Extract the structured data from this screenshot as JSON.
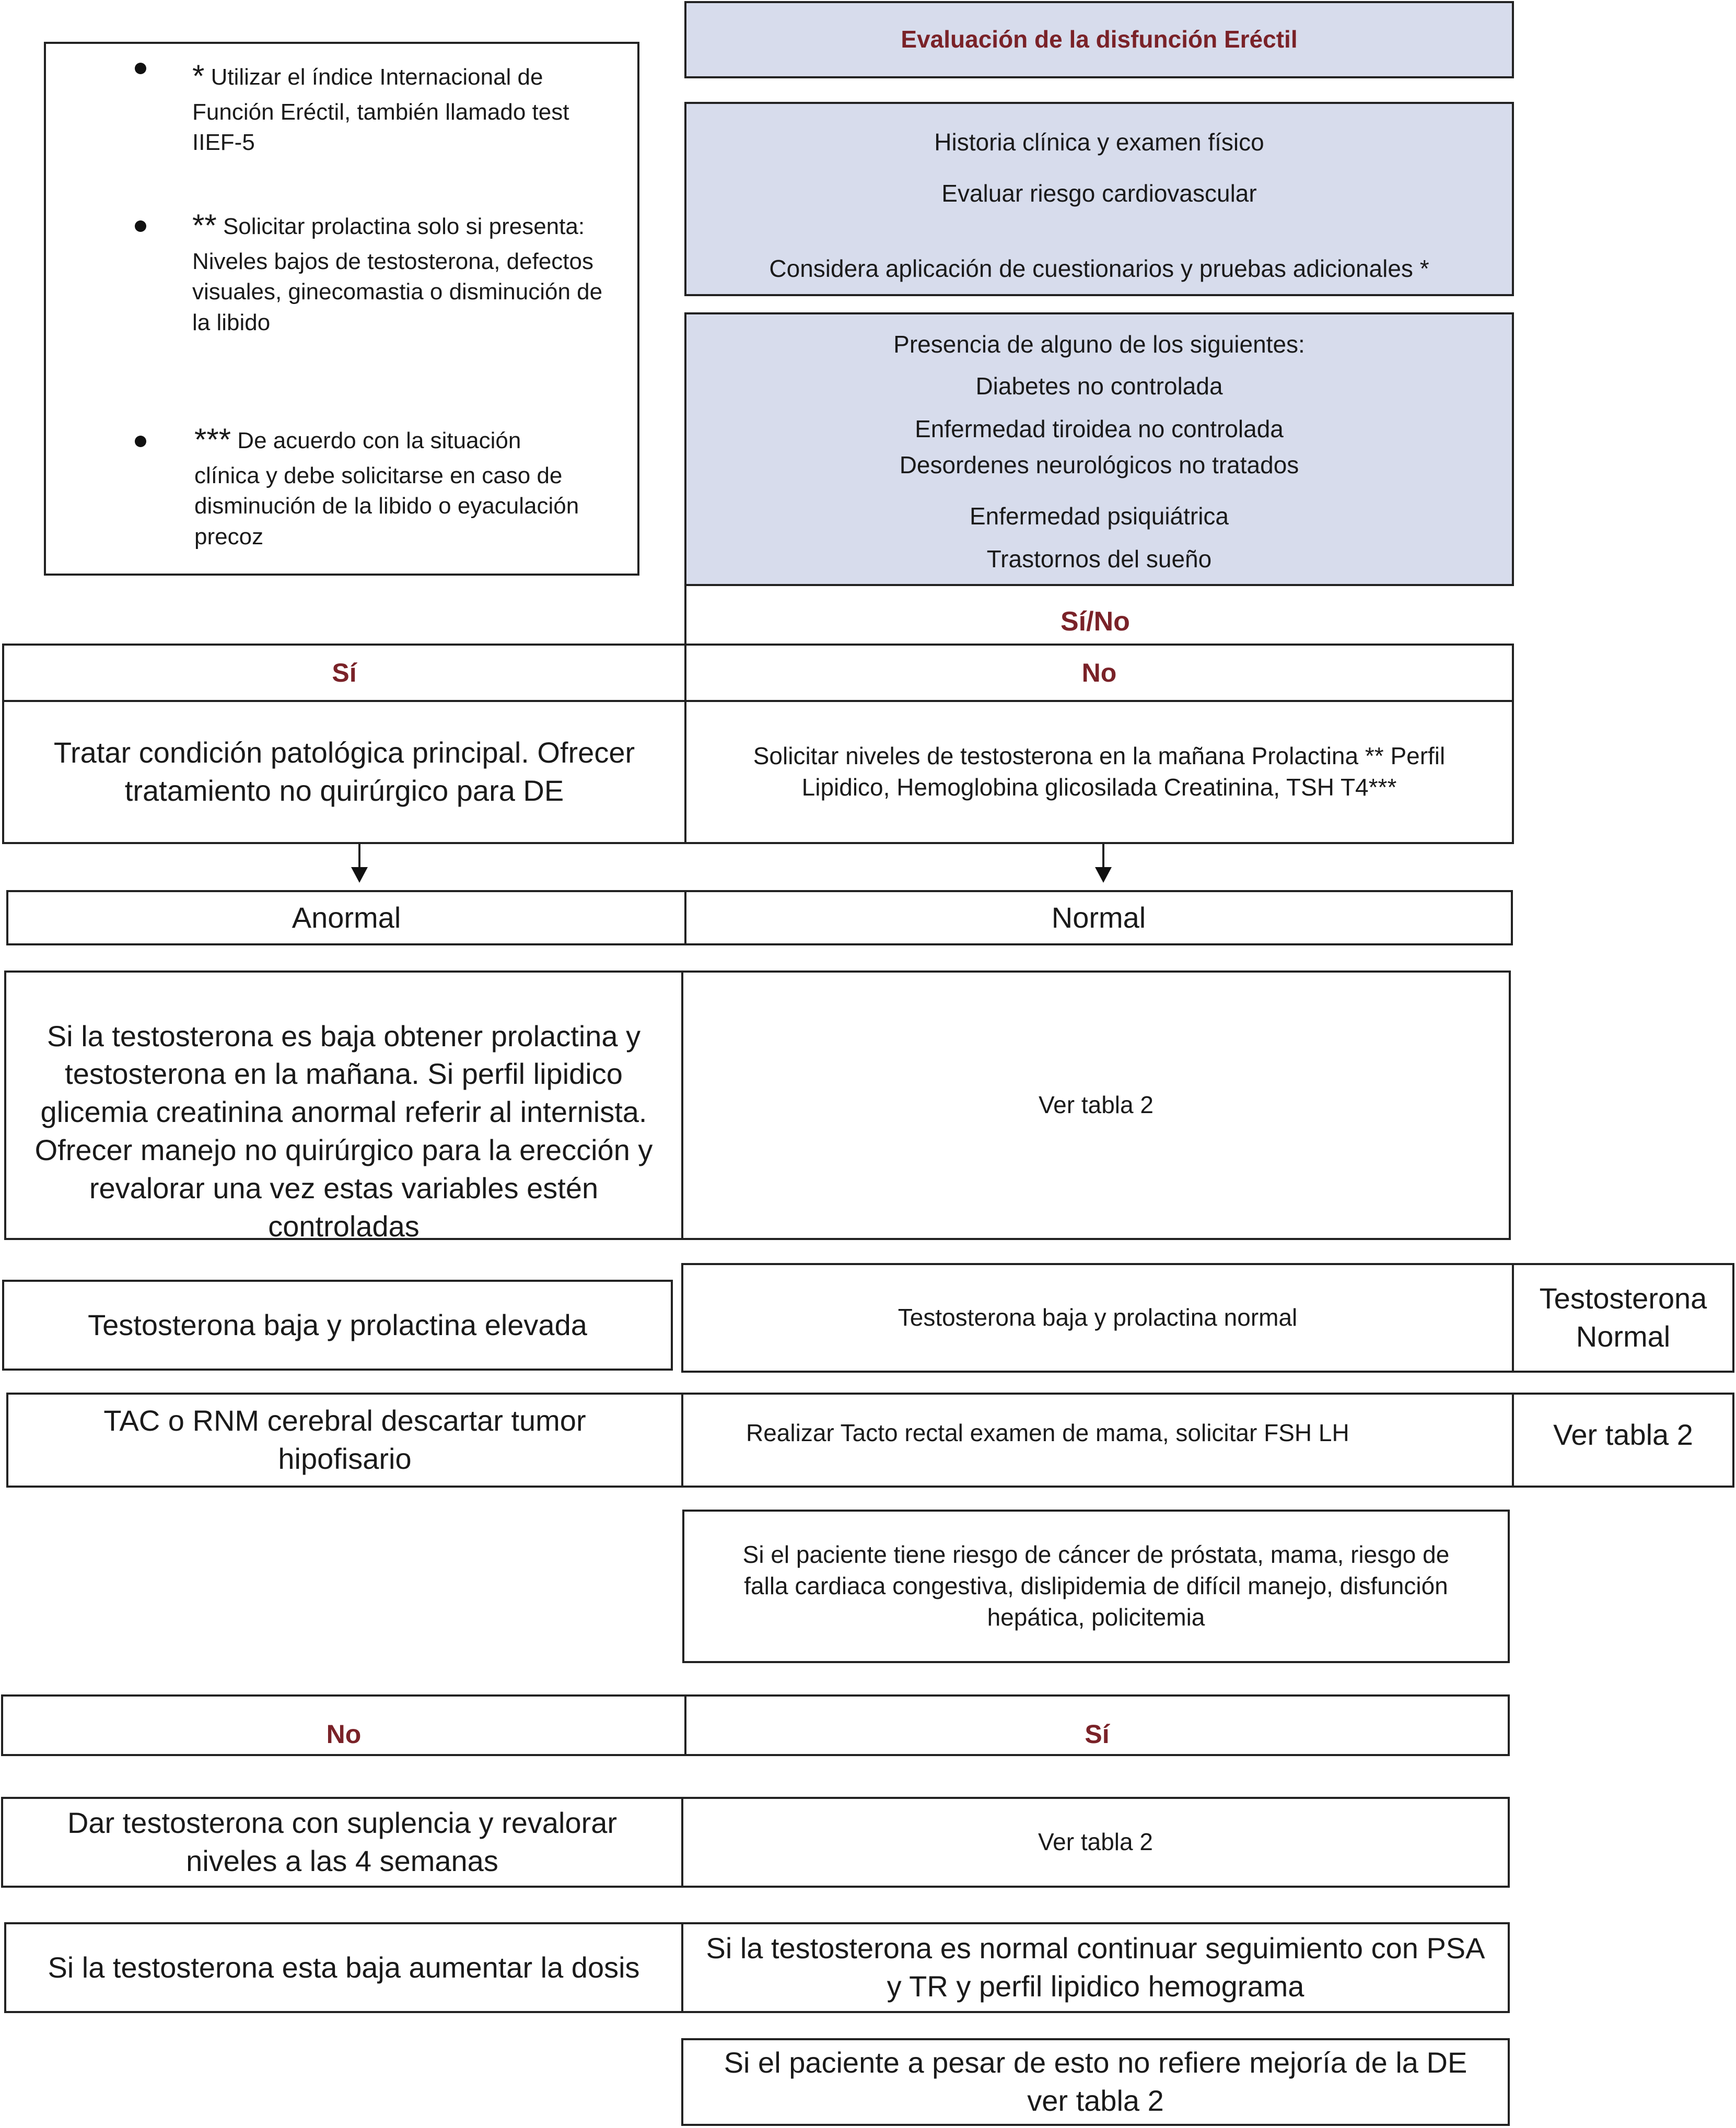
{
  "notes": [
    {
      "mark": "*",
      "text": "Utilizar el índice Internacional de Función Eréctil, también llamado test IIEF-5"
    },
    {
      "mark": "**",
      "text": "Solicitar prolactina solo si presenta: Niveles bajos de testosterona, defectos visuales, ginecomastia o disminución de la libido"
    },
    {
      "mark": "***",
      "text": "De acuerdo con la situación clínica y debe solicitarse en caso de disminución de la libido o eyaculación precoz"
    }
  ],
  "title": "Evaluación de la disfunción Eréctil",
  "assessment": {
    "line1": "Historia clínica y examen físico",
    "line2": "Evaluar riesgo cardiovascular",
    "line3": "Considera aplicación de cuestionarios y pruebas adicionales *"
  },
  "conditions": {
    "heading": "Presencia de alguno de los siguientes:",
    "items": [
      "Diabetes no controlada",
      "Enfermedad tiroidea no controlada",
      "Desordenes neurológicos no tratados",
      "Enfermedad psiquiátrica",
      "Trastornos del sueño"
    ]
  },
  "branch": {
    "question": "Sí/No",
    "yes": "Sí",
    "no": "No",
    "yes_action": "Tratar condición patológica principal. Ofrecer tratamiento no quirúrgico para DE",
    "no_action": "Solicitar niveles de testosterona en la mañana  Prolactina ** Perfil Lipidico, Hemoglobina glicosilada Creatinina, TSH T4***"
  },
  "results": {
    "abnormal": "Anormal",
    "normal": "Normal",
    "abnormal_action": "Si la testosterona es baja obtener prolactina y testosterona en la mañana. Si perfil lipidico glicemia creatinina anormal referir al internista. Ofrecer manejo no quirúrgico para la erección y revalorar una vez estas variables estén controladas",
    "normal_action": "Ver tabla 2"
  },
  "testosterone": {
    "low_high_prl": "Testosterona baja y prolactina elevada",
    "low_normal_prl": "Testosterona baja y prolactina normal",
    "normal": "Testosterona Normal",
    "high_prl_action": "TAC o RNM cerebral descartar tumor hipofisario",
    "normal_prl_action": "Realizar Tacto rectal examen de mama, solicitar FSH LH",
    "normal_action": "Ver tabla 2"
  },
  "risk": {
    "question": "Si el paciente tiene riesgo de cáncer de próstata, mama, riesgo de falla cardiaca congestiva, dislipidemia de difícil manejo, disfunción hepática, policitemia",
    "no": "No",
    "yes": "Sí",
    "no_action": "Dar testosterona con suplencia y revalorar niveles a las 4 semanas",
    "yes_action": "Ver tabla 2",
    "no_followup": "Si la testosterona esta baja aumentar la dosis",
    "yes_followup": "Si la testosterona es normal continuar seguimiento con PSA y TR y perfil lipidico hemograma",
    "final": "Si el paciente a pesar de esto no refiere mejoría de la DE ver tabla 2"
  }
}
